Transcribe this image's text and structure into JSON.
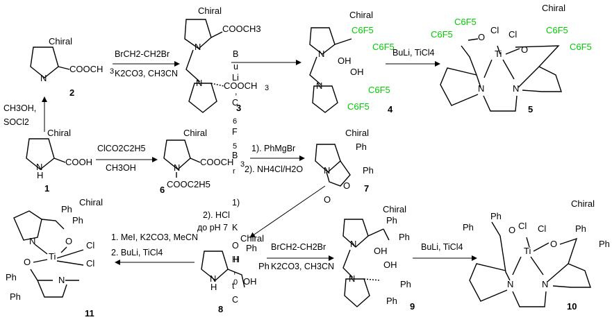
{
  "compounds": {
    "c1": {
      "number": "1",
      "chiral": "Chiral",
      "groups": [
        "COOH",
        "N",
        "H"
      ]
    },
    "c2": {
      "number": "2",
      "chiral": "Chiral",
      "groups": [
        "N",
        "COOCH",
        "3"
      ]
    },
    "c3": {
      "number": "3",
      "chiral": "Chiral",
      "groups": [
        "COOCH3",
        "N",
        "COOCH",
        "3"
      ]
    },
    "c4": {
      "number": "4",
      "chiral": "Chiral",
      "groups": [
        "C6F5",
        "OH",
        "N"
      ]
    },
    "c5": {
      "number": "5",
      "chiral": "Chiral",
      "groups": [
        "C6F5",
        "O",
        "Cl",
        "Ti",
        "N"
      ]
    },
    "c6": {
      "number": "6",
      "chiral": "Chiral",
      "groups": [
        "COOCH",
        "3",
        "N",
        "COOC2H5"
      ]
    },
    "c7": {
      "number": "7",
      "chiral": "Chiral",
      "groups": [
        "Ph",
        "N",
        "O"
      ]
    },
    "c8": {
      "number": "8",
      "chiral": "Chiral",
      "groups": [
        "Ph",
        "H",
        "OH",
        "N"
      ]
    },
    "c9": {
      "number": "9",
      "chiral": "Chiral",
      "groups": [
        "Ph",
        "OH",
        "N"
      ]
    },
    "c10": {
      "number": "10",
      "chiral": "Chiral",
      "groups": [
        "Ph",
        "O",
        "Cl",
        "Ti",
        "N"
      ]
    },
    "c11": {
      "number": "11",
      "chiral": "Chiral",
      "groups": [
        "Ph",
        "O",
        "Cl",
        "Ti",
        "N"
      ]
    }
  },
  "reagents": {
    "r1_2": [
      "CH3OH,",
      "SOCl2"
    ],
    "r2_3": [
      "BrCH2-CH2Br",
      "K2CO3, CH3CN"
    ],
    "r3_4": [
      "B",
      "u",
      "Li",
      ",",
      "C",
      "6",
      "F",
      "5",
      "B",
      "r"
    ],
    "r4_5": [
      "BuLi, TiCl4"
    ],
    "r1_6": [
      "ClCO2C2H5",
      "CH3OH"
    ],
    "r6_7": [
      "1). PhMgBr",
      "2). NH4Cl/H2O"
    ],
    "r7_8": [
      "1)",
      "K",
      "O",
      "H",
      ",",
      "t",
      "0",
      "C",
      "2). HCl",
      "до pH 7"
    ],
    "r8_11": [
      "1. MeI, K2CO3, MeCN",
      "2. BuLi, TiCl4"
    ],
    "r8_9": [
      "BrCH2-CH2Br",
      "K2CO3, CH3CN"
    ],
    "r9_10": [
      "BuLi, TiCl4"
    ]
  },
  "colors": {
    "text": "#000000",
    "highlight": "#00cc00"
  }
}
